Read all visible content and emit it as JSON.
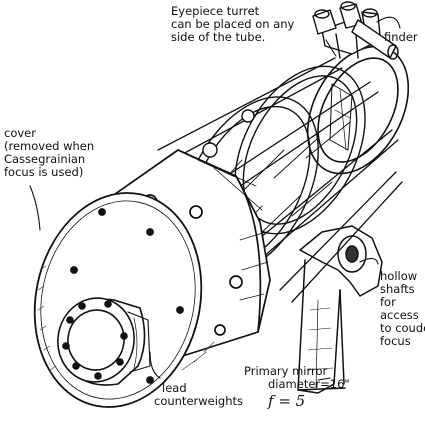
{
  "labels": {
    "eyepiece": [
      "Eyepiece turret",
      "can be placed on any",
      "side of the tube."
    ],
    "finder": "finder",
    "cover": [
      "cover",
      "(removed when",
      "Cassegrainian",
      "focus is used)"
    ],
    "hollow": [
      "hollow",
      "shafts",
      "for",
      "access",
      "to coudé",
      "focus"
    ],
    "primary": [
      "Primary mirror",
      "diameter=16\""
    ],
    "focal": "f = 5",
    "lead": [
      "lead",
      "counterweights"
    ]
  },
  "colors": {
    "ink": "#111111",
    "paper": "#ffffff",
    "shade": "#333333"
  }
}
